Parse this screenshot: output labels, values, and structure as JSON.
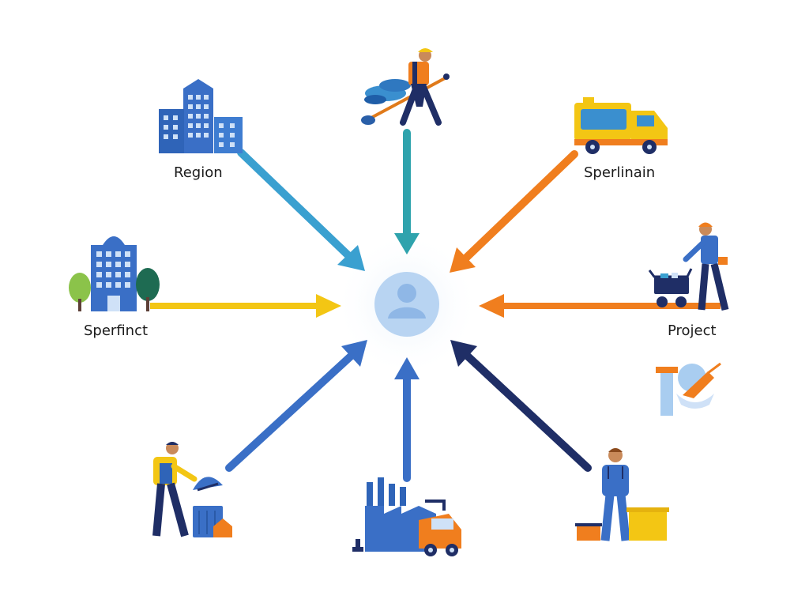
{
  "labels": {
    "region": "Region",
    "sperlinain": "Sperlinain",
    "sperfinct": "Sperfinct",
    "project": "Project"
  },
  "colors": {
    "blue": "#3a6fc6",
    "light_blue": "#3aa0d0",
    "teal": "#2fa3ad",
    "orange": "#f07e1e",
    "yellow": "#f3c614",
    "navy": "#1f2e66",
    "center_fill": "#b8d4f2",
    "center_icon": "#8fb7e6"
  },
  "icons": [
    "office-buildings-icon",
    "worker-shoveling-icon",
    "tanker-truck-icon",
    "city-building-trees-icon",
    "worker-cart-icon",
    "flask-tools-icon",
    "worker-bin-icon",
    "factory-truck-icon",
    "worker-boxes-icon",
    "person-icon"
  ]
}
